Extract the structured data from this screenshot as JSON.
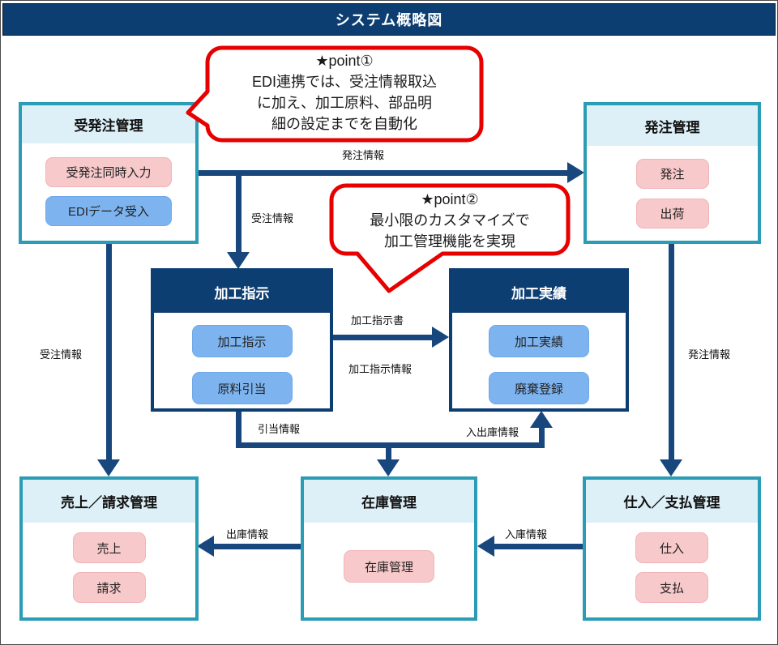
{
  "title": "システム概略図",
  "colors": {
    "title_bar": "#0d3e72",
    "navy_box": "#0d3e72",
    "teal_border": "#2b9cb5",
    "light_header": "#ddeff7",
    "pink_pill": "#f8c9ca",
    "blue_pill": "#7db4f0",
    "arrow": "#17477d",
    "callout_border": "#e60000"
  },
  "modules": [
    {
      "title": "受発注管理",
      "style": "teal",
      "items": [
        {
          "label": "受発注同時入力",
          "color": "pink"
        },
        {
          "label": "EDIデータ受入",
          "color": "blue"
        }
      ]
    },
    {
      "title": "発注管理",
      "style": "teal",
      "items": [
        {
          "label": "発注",
          "color": "pink"
        },
        {
          "label": "出荷",
          "color": "pink"
        }
      ]
    },
    {
      "title": "加工指示",
      "style": "navy",
      "items": [
        {
          "label": "加工指示",
          "color": "blue"
        },
        {
          "label": "原料引当",
          "color": "blue"
        }
      ]
    },
    {
      "title": "加工実績",
      "style": "navy",
      "items": [
        {
          "label": "加工実績",
          "color": "blue"
        },
        {
          "label": "廃棄登録",
          "color": "blue"
        }
      ]
    },
    {
      "title": "売上／請求管理",
      "style": "teal",
      "items": [
        {
          "label": "売上",
          "color": "pink"
        },
        {
          "label": "請求",
          "color": "pink"
        }
      ]
    },
    {
      "title": "在庫管理",
      "style": "teal",
      "items": [
        {
          "label": "在庫管理",
          "color": "pink"
        }
      ]
    },
    {
      "title": "仕入／支払管理",
      "style": "teal",
      "items": [
        {
          "label": "仕入",
          "color": "pink"
        },
        {
          "label": "支払",
          "color": "pink"
        }
      ]
    }
  ],
  "callouts": [
    {
      "lines": [
        "★point①",
        "EDI連携では、受注情報取込",
        "に加え、加工原料、部品明",
        "細の設定までを自動化"
      ]
    },
    {
      "lines": [
        "★point②",
        "最小限のカスタマイズで",
        "加工管理機能を実現"
      ]
    }
  ],
  "flow_labels": {
    "order_top": "発注情報",
    "juchu_mid": "受注情報",
    "shijisho": "加工指示書",
    "shiji_joho": "加工指示情報",
    "hikiate": "引当情報",
    "nyushukko": "入出庫情報",
    "juchu_left": "受注情報",
    "hatchu_right": "発注情報",
    "shukko": "出庫情報",
    "nyuko": "入庫情報"
  }
}
